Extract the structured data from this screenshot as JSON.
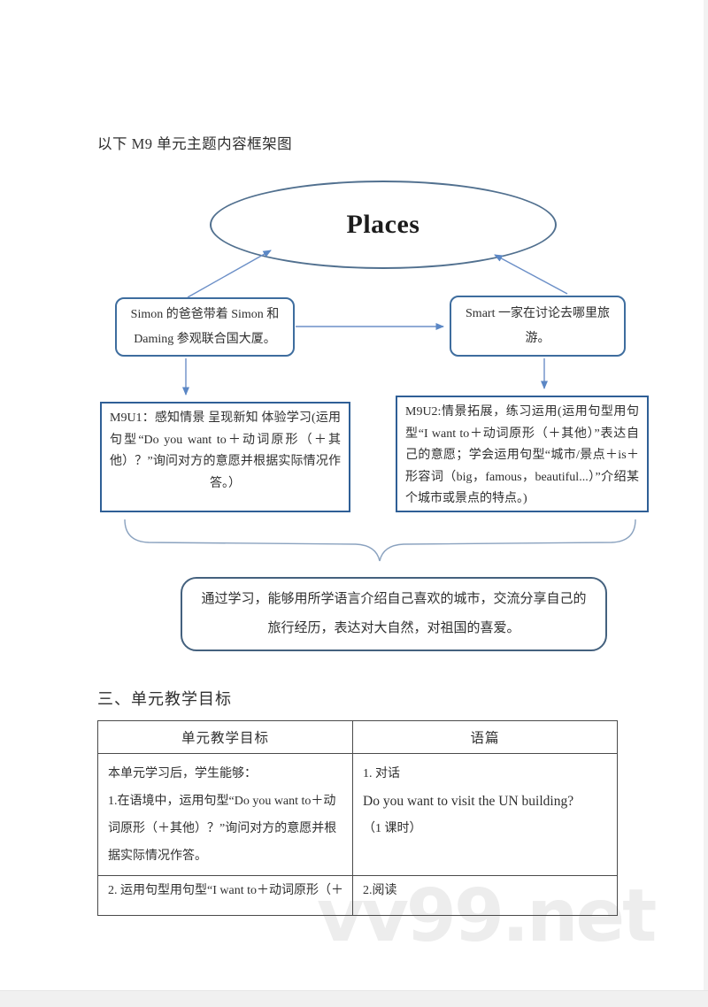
{
  "page": {
    "title": "以下 M9 单元主题内容框架图",
    "watermark": "vv99.net"
  },
  "diagram": {
    "ellipse_label": "Places",
    "left_box": "Simon 的爸爸带着 Simon 和 Daming 参观联合国大厦。",
    "right_box": "Smart 一家在讨论去哪里旅游。",
    "m9u1_box": "M9U1：感知情景 呈现新知 体验学习(运用句型“Do you want to＋动词原形（＋其他）？”询问对方的意愿并根据实际情况作答。）",
    "m9u2_box": "M9U2:情景拓展，练习运用(运用句型用句型“I want to＋动词原形（＋其他）”表达自己的意愿；学会运用句型“城市/景点＋is＋形容词（big，famous，beautiful...）”介绍某个城市或景点的特点。)",
    "summary_box": "通过学习，能够用所学语言介绍自己喜欢的城市，交流分享自己的旅行经历，表达对大自然，对祖国的喜爱。",
    "colors": {
      "box_border": "#3e6d9e",
      "rect_border": "#2f5f96",
      "summary_border": "#44617e",
      "ellipse_border": "#51708f",
      "arrow": "#5b87c5",
      "brace": "#8aa2bf"
    }
  },
  "section": {
    "heading": "三、单元教学目标",
    "table": {
      "headers": [
        "单元教学目标",
        "语篇"
      ],
      "rows": [
        {
          "goal_intro": "本单元学习后，学生能够：",
          "goal_item": "1.在语境中，运用句型“Do you want to＋动词原形（＋其他）？”询问对方的意愿并根据实际情况作答。",
          "text_type": "1. 对话",
          "text_title": "Do you want to visit the UN building?",
          "text_duration": "（1 课时）"
        },
        {
          "goal_item": "2. 运用句型用句型“I want to＋动词原形（＋",
          "text_type": "2.阅读"
        }
      ]
    }
  }
}
